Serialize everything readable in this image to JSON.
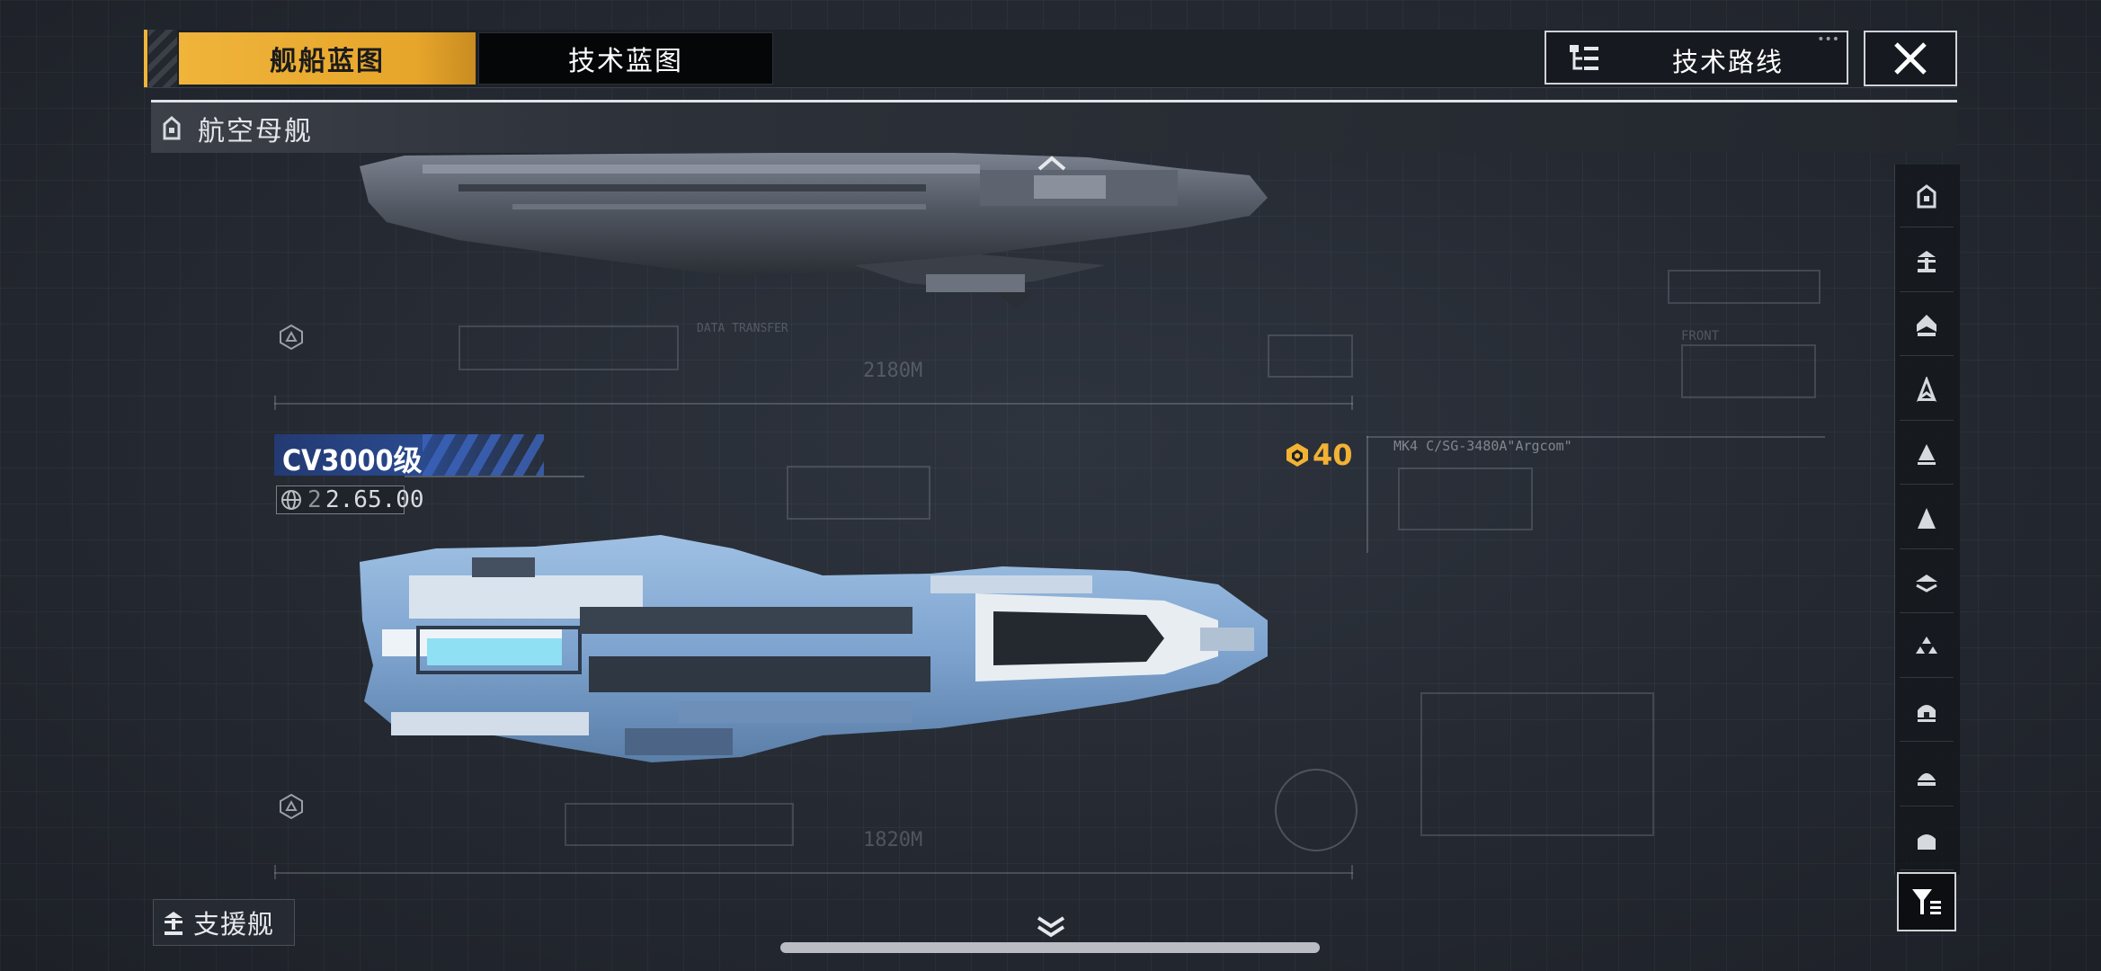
{
  "tabs": {
    "ship_blueprint": "舰船蓝图",
    "tech_blueprint": "技术蓝图"
  },
  "header": {
    "tech_route_label": "技术路线"
  },
  "category": {
    "title": "航空母舰"
  },
  "blueprint_text": {
    "length_top": "2180M",
    "length_bottom": "1820M",
    "mk_label": "MK4 C/SG-3480A\"Argcom\"",
    "data_transfer": "DATA TRANSFER",
    "side_note": "FRONT"
  },
  "ship": {
    "name": "CV3000级",
    "price_prefix": "2",
    "price": "2.65.00",
    "cost": "40"
  },
  "support": {
    "label": "支援舰"
  },
  "filters": [
    {
      "icon": "carrier-icon"
    },
    {
      "icon": "support-ship-icon"
    },
    {
      "icon": "battleship-icon"
    },
    {
      "icon": "cruiser-icon"
    },
    {
      "icon": "destroyer-icon"
    },
    {
      "icon": "frigate-icon"
    },
    {
      "icon": "corvette-icon"
    },
    {
      "icon": "fighter-icon"
    },
    {
      "icon": "aircraft-icon"
    },
    {
      "icon": "station-icon"
    },
    {
      "icon": "module-icon"
    }
  ],
  "colors": {
    "accent": "#f0b43a",
    "ship_name_bg": "#2a4a8e",
    "cost": "#f2b234"
  }
}
